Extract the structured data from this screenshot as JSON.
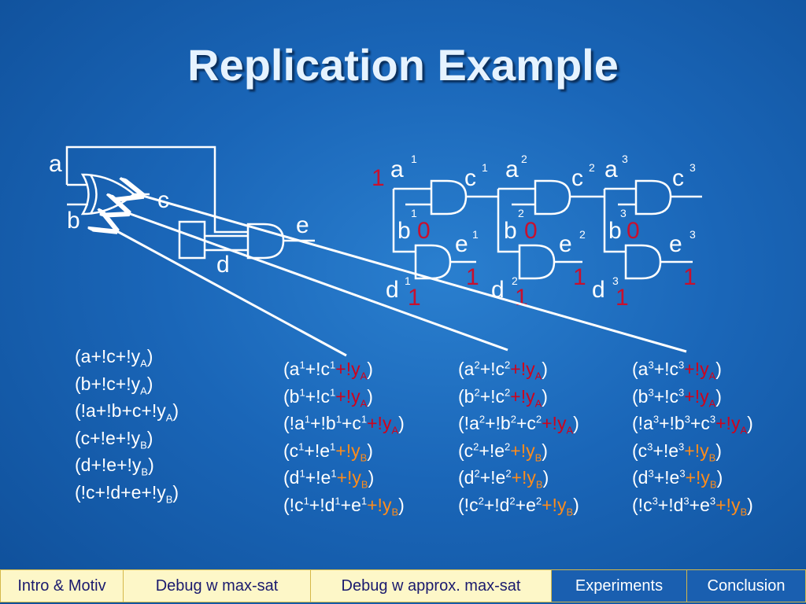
{
  "title": "Replication Example",
  "circuit_labels": {
    "a": "a",
    "b": "b",
    "c": "c",
    "d": "d",
    "e": "e",
    "one": "1",
    "two": "2",
    "three": "3",
    "zero": "0"
  },
  "clauses_original": [
    {
      "body": "(a+!c+!y",
      "sub": "A",
      "end": ")"
    },
    {
      "body": "(b+!c+!y",
      "sub": "A",
      "end": ")"
    },
    {
      "body": "(!a+!b+c+!y",
      "sub": "A",
      "end": ")"
    },
    {
      "body": "(c+!e+!y",
      "sub": "B",
      "end": ")"
    },
    {
      "body": "(d+!e+!y",
      "sub": "B",
      "end": ")"
    },
    {
      "body": "(!c+!d+e+!y",
      "sub": "B",
      "end": ")"
    }
  ],
  "replica_superscripts": [
    "1",
    "2",
    "3"
  ],
  "nav": {
    "tabs": [
      {
        "label": "Intro & Motiv"
      },
      {
        "label": "Debug w max-sat"
      },
      {
        "label": "Debug w approx. max-sat"
      },
      {
        "label": "Experiments"
      },
      {
        "label": "Conclusion"
      }
    ]
  }
}
